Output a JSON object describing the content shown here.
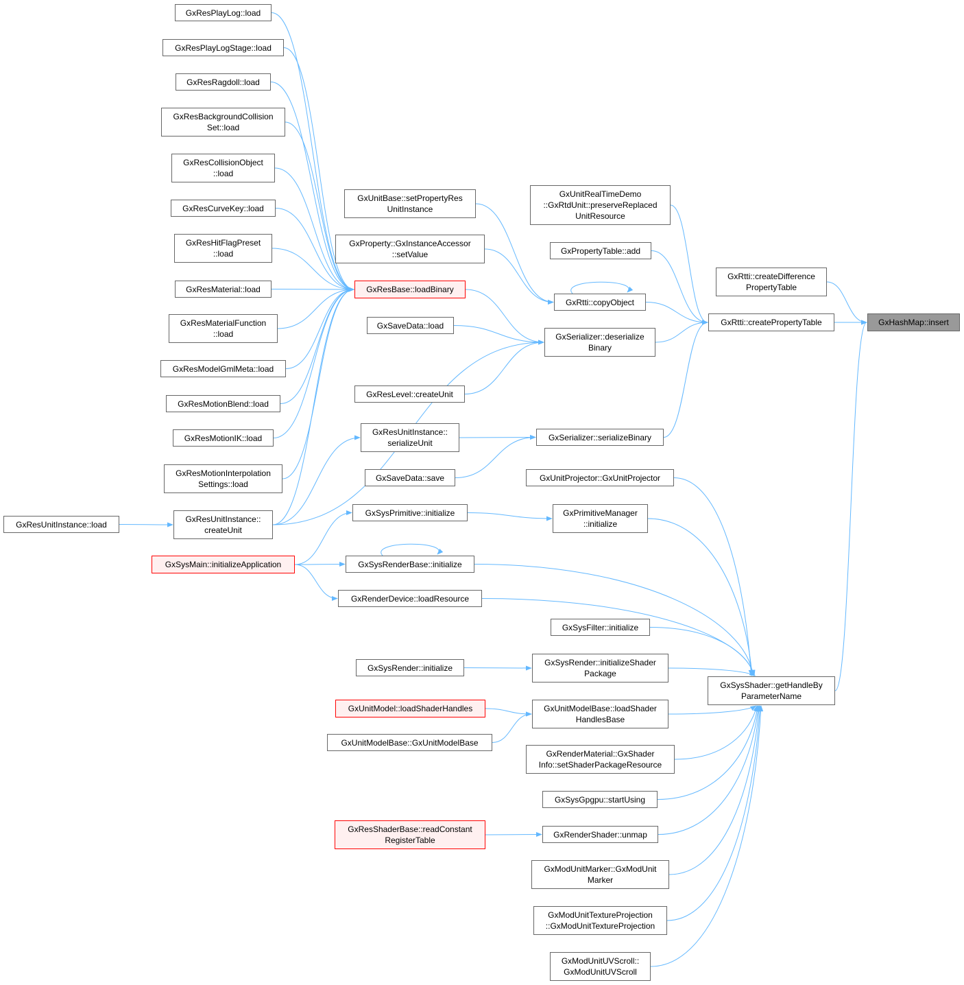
{
  "colors": {
    "edge": "#63b8ff",
    "border": "#666666",
    "highlight_fill": "#999999",
    "truncated_border": "#ff0000",
    "truncated_fill": "#fff0f0"
  },
  "nodes": [
    {
      "id": "n1",
      "lines": [
        "GxResPlayLog::load"
      ]
    },
    {
      "id": "n2",
      "lines": [
        "GxResPlayLogStage::load"
      ]
    },
    {
      "id": "n3",
      "lines": [
        "GxResRagdoll::load"
      ]
    },
    {
      "id": "n4",
      "lines": [
        "GxResBackgroundCollision",
        "Set::load"
      ]
    },
    {
      "id": "n5",
      "lines": [
        "GxResCollisionObject",
        "::load"
      ]
    },
    {
      "id": "n6",
      "lines": [
        "GxResCurveKey::load"
      ]
    },
    {
      "id": "n7",
      "lines": [
        "GxResHitFlagPreset",
        "::load"
      ]
    },
    {
      "id": "n8",
      "lines": [
        "GxResMaterial::load"
      ]
    },
    {
      "id": "n9",
      "lines": [
        "GxResMaterialFunction",
        "::load"
      ]
    },
    {
      "id": "n10",
      "lines": [
        "GxResModelGmlMeta::load"
      ]
    },
    {
      "id": "n11",
      "lines": [
        "GxResMotionBlend::load"
      ]
    },
    {
      "id": "n12",
      "lines": [
        "GxResMotionIK::load"
      ]
    },
    {
      "id": "n13",
      "lines": [
        "GxResMotionInterpolation",
        "Settings::load"
      ]
    },
    {
      "id": "n14",
      "lines": [
        "GxResUnitInstance::",
        "createUnit"
      ]
    },
    {
      "id": "n15",
      "lines": [
        "GxResUnitInstance::load"
      ]
    },
    {
      "id": "n16",
      "lines": [
        "GxSysMain::initializeApplication"
      ],
      "style": "red"
    },
    {
      "id": "n17",
      "lines": [
        "GxUnitBase::setPropertyRes",
        "UnitInstance"
      ]
    },
    {
      "id": "n18",
      "lines": [
        "GxProperty::GxInstanceAccessor",
        "::setValue"
      ]
    },
    {
      "id": "n19",
      "lines": [
        "GxResBase::loadBinary"
      ],
      "style": "red"
    },
    {
      "id": "n20",
      "lines": [
        "GxSaveData::load"
      ]
    },
    {
      "id": "n21",
      "lines": [
        "GxResLevel::createUnit"
      ]
    },
    {
      "id": "n22",
      "lines": [
        "GxResUnitInstance::",
        "serializeUnit"
      ]
    },
    {
      "id": "n23",
      "lines": [
        "GxSaveData::save"
      ]
    },
    {
      "id": "n24",
      "lines": [
        "GxSysPrimitive::initialize"
      ]
    },
    {
      "id": "n25",
      "lines": [
        "GxSysRenderBase::initialize"
      ]
    },
    {
      "id": "n26",
      "lines": [
        "GxRenderDevice::loadResource"
      ]
    },
    {
      "id": "n27",
      "lines": [
        "GxSysRender::initialize"
      ]
    },
    {
      "id": "n28",
      "lines": [
        "GxUnitModel::loadShaderHandles"
      ],
      "style": "red"
    },
    {
      "id": "n29",
      "lines": [
        "GxUnitModelBase::GxUnitModelBase"
      ]
    },
    {
      "id": "n30",
      "lines": [
        "GxResShaderBase::readConstant",
        "RegisterTable"
      ],
      "style": "red"
    },
    {
      "id": "n31",
      "lines": [
        "GxUnitRealTimeDemo",
        "::GxRtdUnit::preserveReplaced",
        "UnitResource"
      ]
    },
    {
      "id": "n32",
      "lines": [
        "GxPropertyTable::add"
      ]
    },
    {
      "id": "n33",
      "lines": [
        "GxRtti::copyObject"
      ]
    },
    {
      "id": "n34",
      "lines": [
        "GxSerializer::deserialize",
        "Binary"
      ]
    },
    {
      "id": "n35",
      "lines": [
        "GxSerializer::serializeBinary"
      ]
    },
    {
      "id": "n36",
      "lines": [
        "GxUnitProjector::GxUnitProjector"
      ]
    },
    {
      "id": "n37",
      "lines": [
        "GxPrimitiveManager",
        "::initialize"
      ]
    },
    {
      "id": "n38",
      "lines": [
        "GxSysFilter::initialize"
      ]
    },
    {
      "id": "n39",
      "lines": [
        "GxSysRender::initializeShader",
        "Package"
      ]
    },
    {
      "id": "n40",
      "lines": [
        "GxUnitModelBase::loadShader",
        "HandlesBase"
      ]
    },
    {
      "id": "n41",
      "lines": [
        "GxRenderMaterial::GxShader",
        "Info::setShaderPackageResource"
      ]
    },
    {
      "id": "n42",
      "lines": [
        "GxSysGpgpu::startUsing"
      ]
    },
    {
      "id": "n43",
      "lines": [
        "GxRenderShader::unmap"
      ]
    },
    {
      "id": "n44",
      "lines": [
        "GxModUnitMarker::GxModUnit",
        "Marker"
      ]
    },
    {
      "id": "n45",
      "lines": [
        "GxModUnitTextureProjection",
        "::GxModUnitTextureProjection"
      ]
    },
    {
      "id": "n46",
      "lines": [
        "GxModUnitUVScroll::",
        "GxModUnitUVScroll"
      ]
    },
    {
      "id": "n47",
      "lines": [
        "GxRtti::createDifference",
        "PropertyTable"
      ]
    },
    {
      "id": "n48",
      "lines": [
        "GxRtti::createPropertyTable"
      ]
    },
    {
      "id": "n49",
      "lines": [
        "GxSysShader::getHandleBy",
        "ParameterName"
      ]
    },
    {
      "id": "n50",
      "lines": [
        "GxHashMap::insert"
      ],
      "style": "gray"
    }
  ],
  "edges": [
    [
      "n48",
      "n50"
    ],
    [
      "n47",
      "n50"
    ],
    [
      "n49",
      "n50"
    ],
    [
      "n31",
      "n48"
    ],
    [
      "n32",
      "n48"
    ],
    [
      "n33",
      "n48"
    ],
    [
      "n34",
      "n48"
    ],
    [
      "n35",
      "n48"
    ],
    [
      "n33",
      "n33"
    ],
    [
      "n17",
      "n33"
    ],
    [
      "n18",
      "n33"
    ],
    [
      "n19",
      "n34"
    ],
    [
      "n20",
      "n34"
    ],
    [
      "n21",
      "n34"
    ],
    [
      "n14",
      "n34"
    ],
    [
      "n22",
      "n35"
    ],
    [
      "n23",
      "n35"
    ],
    [
      "n14",
      "n22"
    ],
    [
      "n1",
      "n19"
    ],
    [
      "n2",
      "n19"
    ],
    [
      "n3",
      "n19"
    ],
    [
      "n4",
      "n19"
    ],
    [
      "n5",
      "n19"
    ],
    [
      "n6",
      "n19"
    ],
    [
      "n7",
      "n19"
    ],
    [
      "n8",
      "n19"
    ],
    [
      "n9",
      "n19"
    ],
    [
      "n10",
      "n19"
    ],
    [
      "n11",
      "n19"
    ],
    [
      "n12",
      "n19"
    ],
    [
      "n13",
      "n19"
    ],
    [
      "n14",
      "n19"
    ],
    [
      "n15",
      "n14"
    ],
    [
      "n16",
      "n24"
    ],
    [
      "n16",
      "n25"
    ],
    [
      "n16",
      "n26"
    ],
    [
      "n24",
      "n37"
    ],
    [
      "n25",
      "n25"
    ],
    [
      "n36",
      "n49"
    ],
    [
      "n37",
      "n49"
    ],
    [
      "n25",
      "n49"
    ],
    [
      "n26",
      "n49"
    ],
    [
      "n38",
      "n49"
    ],
    [
      "n39",
      "n49"
    ],
    [
      "n40",
      "n49"
    ],
    [
      "n41",
      "n49"
    ],
    [
      "n42",
      "n49"
    ],
    [
      "n43",
      "n49"
    ],
    [
      "n44",
      "n49"
    ],
    [
      "n45",
      "n49"
    ],
    [
      "n46",
      "n49"
    ],
    [
      "n27",
      "n39"
    ],
    [
      "n28",
      "n40"
    ],
    [
      "n29",
      "n40"
    ],
    [
      "n30",
      "n43"
    ]
  ]
}
